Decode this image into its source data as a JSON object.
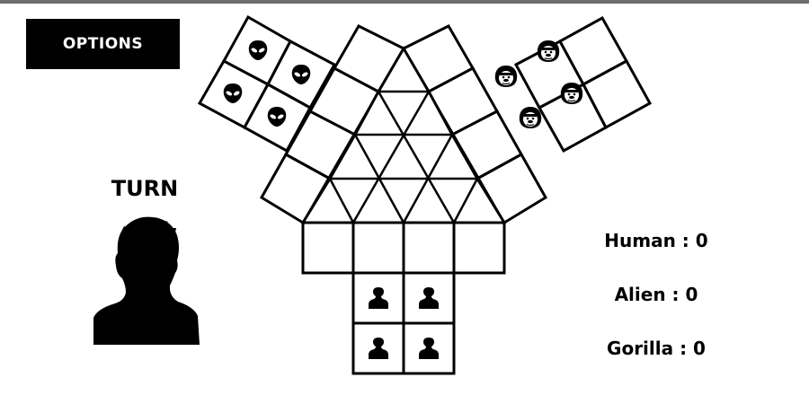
{
  "game": {
    "options_label": "OPTIONS",
    "turn_label": "TURN",
    "current_turn": "human",
    "scores": {
      "human": "Human : 0",
      "alien": "Alien : 0",
      "gorilla": "Gorilla : 0"
    },
    "pieces": {
      "alien_count": 4,
      "gorilla_count": 4,
      "human_count": 4
    }
  }
}
